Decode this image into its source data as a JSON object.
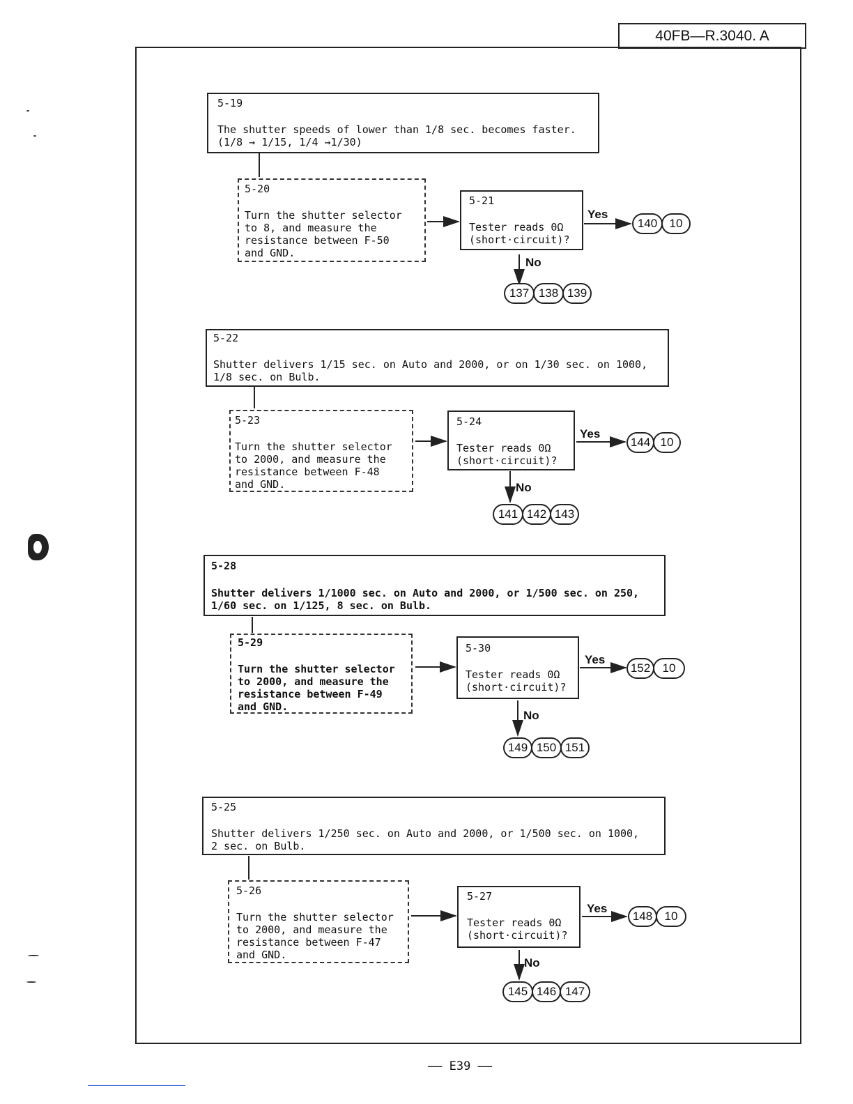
{
  "doc_ref": "40FB—R.3040. A",
  "page_number": "E39",
  "blocks": [
    {
      "symptom": {
        "id": "5-19",
        "lines": [
          "The shutter speeds of lower than 1/8 sec. becomes faster.",
          "(1/8 → 1/15, 1/4 →1/30)"
        ]
      },
      "check": {
        "id": "5-20",
        "lines": [
          "Turn the shutter selector",
          "to 8, and measure the",
          "resistance between F-50",
          "and GND."
        ]
      },
      "test": {
        "id": "5-21",
        "lines": [
          "Tester reads 0Ω",
          "(short·circuit)?"
        ]
      },
      "yes_label": "Yes",
      "no_label": "No",
      "yes_refs": [
        "140",
        "10"
      ],
      "no_refs": [
        "137",
        "138",
        "139"
      ]
    },
    {
      "symptom": {
        "id": "5-22",
        "lines": [
          "Shutter delivers 1/15 sec. on Auto and 2000, or on 1/30 sec. on 1000,",
          "1/8 sec. on Bulb."
        ]
      },
      "check": {
        "id": "5-23",
        "lines": [
          "Turn the shutter selector",
          "to 2000, and measure the",
          "resistance between F-48",
          "and GND."
        ]
      },
      "test": {
        "id": "5-24",
        "lines": [
          "Tester reads 0Ω",
          "(short·circuit)?"
        ]
      },
      "yes_label": "Yes",
      "no_label": "No",
      "yes_refs": [
        "144",
        "10"
      ],
      "no_refs": [
        "141",
        "142",
        "143"
      ]
    },
    {
      "symptom": {
        "id": "5-28",
        "lines": [
          "Shutter delivers 1/1000 sec. on Auto and 2000, or 1/500 sec. on 250,",
          "1/60 sec. on 1/125, 8 sec. on Bulb."
        ]
      },
      "check": {
        "id": "5-29",
        "lines": [
          "Turn the shutter selector",
          "to 2000, and measure the",
          "resistance between F-49",
          "and GND."
        ]
      },
      "test": {
        "id": "5-30",
        "lines": [
          "Tester reads 0Ω",
          "(short·circuit)?"
        ]
      },
      "yes_label": "Yes",
      "no_label": "No",
      "yes_refs": [
        "152",
        "10"
      ],
      "no_refs": [
        "149",
        "150",
        "151"
      ]
    },
    {
      "symptom": {
        "id": "5-25",
        "lines": [
          "Shutter delivers 1/250 sec. on Auto and 2000, or 1/500 sec. on 1000,",
          "2 sec. on Bulb."
        ]
      },
      "check": {
        "id": "5-26",
        "lines": [
          "Turn the shutter selector",
          "to 2000, and measure the",
          "resistance between F-47",
          "and GND."
        ]
      },
      "test": {
        "id": "5-27",
        "lines": [
          "Tester reads 0Ω",
          "(short·circuit)?"
        ]
      },
      "yes_label": "Yes",
      "no_label": "No",
      "yes_refs": [
        "148",
        "10"
      ],
      "no_refs": [
        "145",
        "146",
        "147"
      ]
    }
  ]
}
